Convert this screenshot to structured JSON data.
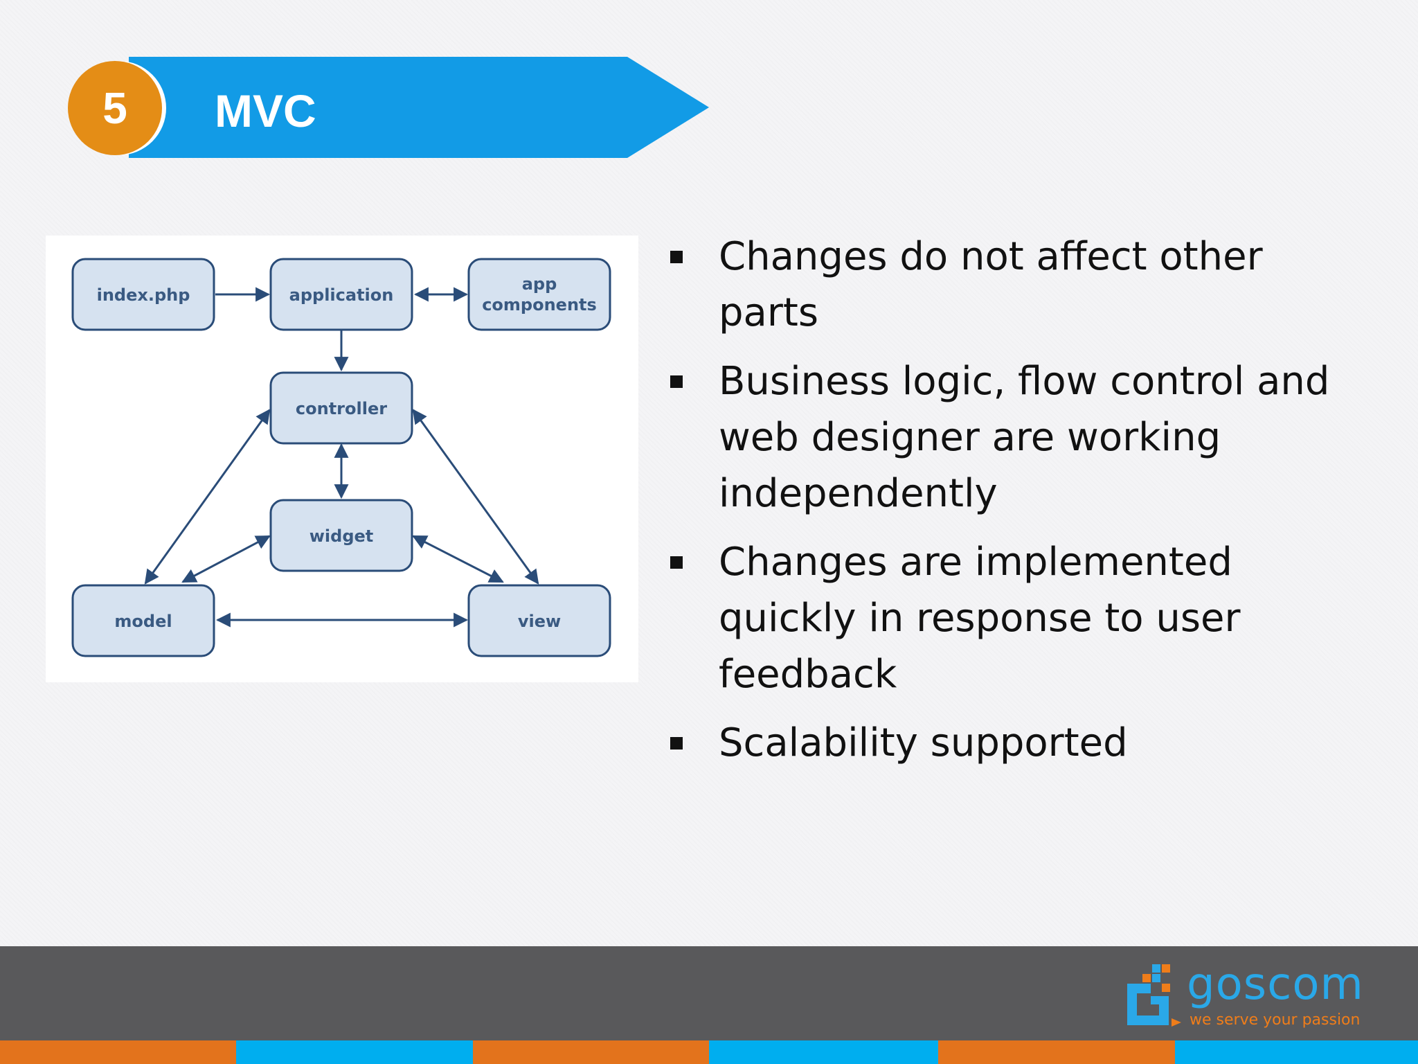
{
  "slide": {
    "number": "5",
    "title": "MVC"
  },
  "diagram": {
    "nodes": {
      "index": "index.php",
      "application": "application",
      "app_components_line1": "app",
      "app_components_line2": "components",
      "controller": "controller",
      "widget": "widget",
      "model": "model",
      "view": "view"
    }
  },
  "bullets": [
    "Changes do not affect other parts",
    "Business logic, flow control and web designer are working independently",
    "Changes are implemented quickly in response to user feedback",
    "Scalability supported"
  ],
  "footer": {
    "logo_text": "goscom",
    "tagline": "we serve your passion"
  },
  "colors": {
    "banner_blue": "#129be6",
    "badge_orange": "#e48d16",
    "footer_gray": "#59595b",
    "stripe_orange": "#e3731c",
    "stripe_cyan": "#00aeef",
    "node_fill": "#d6e2f0",
    "node_stroke": "#2a4c78"
  }
}
